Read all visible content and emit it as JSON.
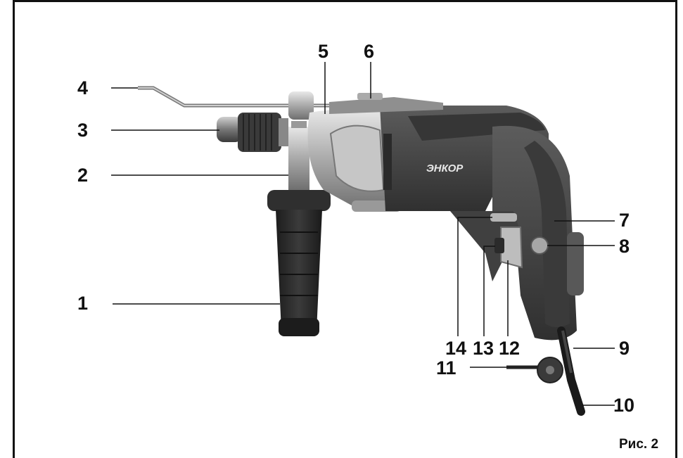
{
  "figure": {
    "caption": "Рис. 2",
    "brand_label": "ЭНКОР",
    "parts": [
      {
        "num": "1"
      },
      {
        "num": "2"
      },
      {
        "num": "3"
      },
      {
        "num": "4"
      },
      {
        "num": "5"
      },
      {
        "num": "6"
      },
      {
        "num": "7"
      },
      {
        "num": "8"
      },
      {
        "num": "9"
      },
      {
        "num": "10"
      },
      {
        "num": "11"
      },
      {
        "num": "12"
      },
      {
        "num": "13"
      },
      {
        "num": "14"
      }
    ]
  },
  "colors": {
    "body": "#4a4a4a",
    "body_dark": "#2e2e2e",
    "metal": "#b9b9b9",
    "handle": "#2a2a2a",
    "line": "#111111"
  }
}
